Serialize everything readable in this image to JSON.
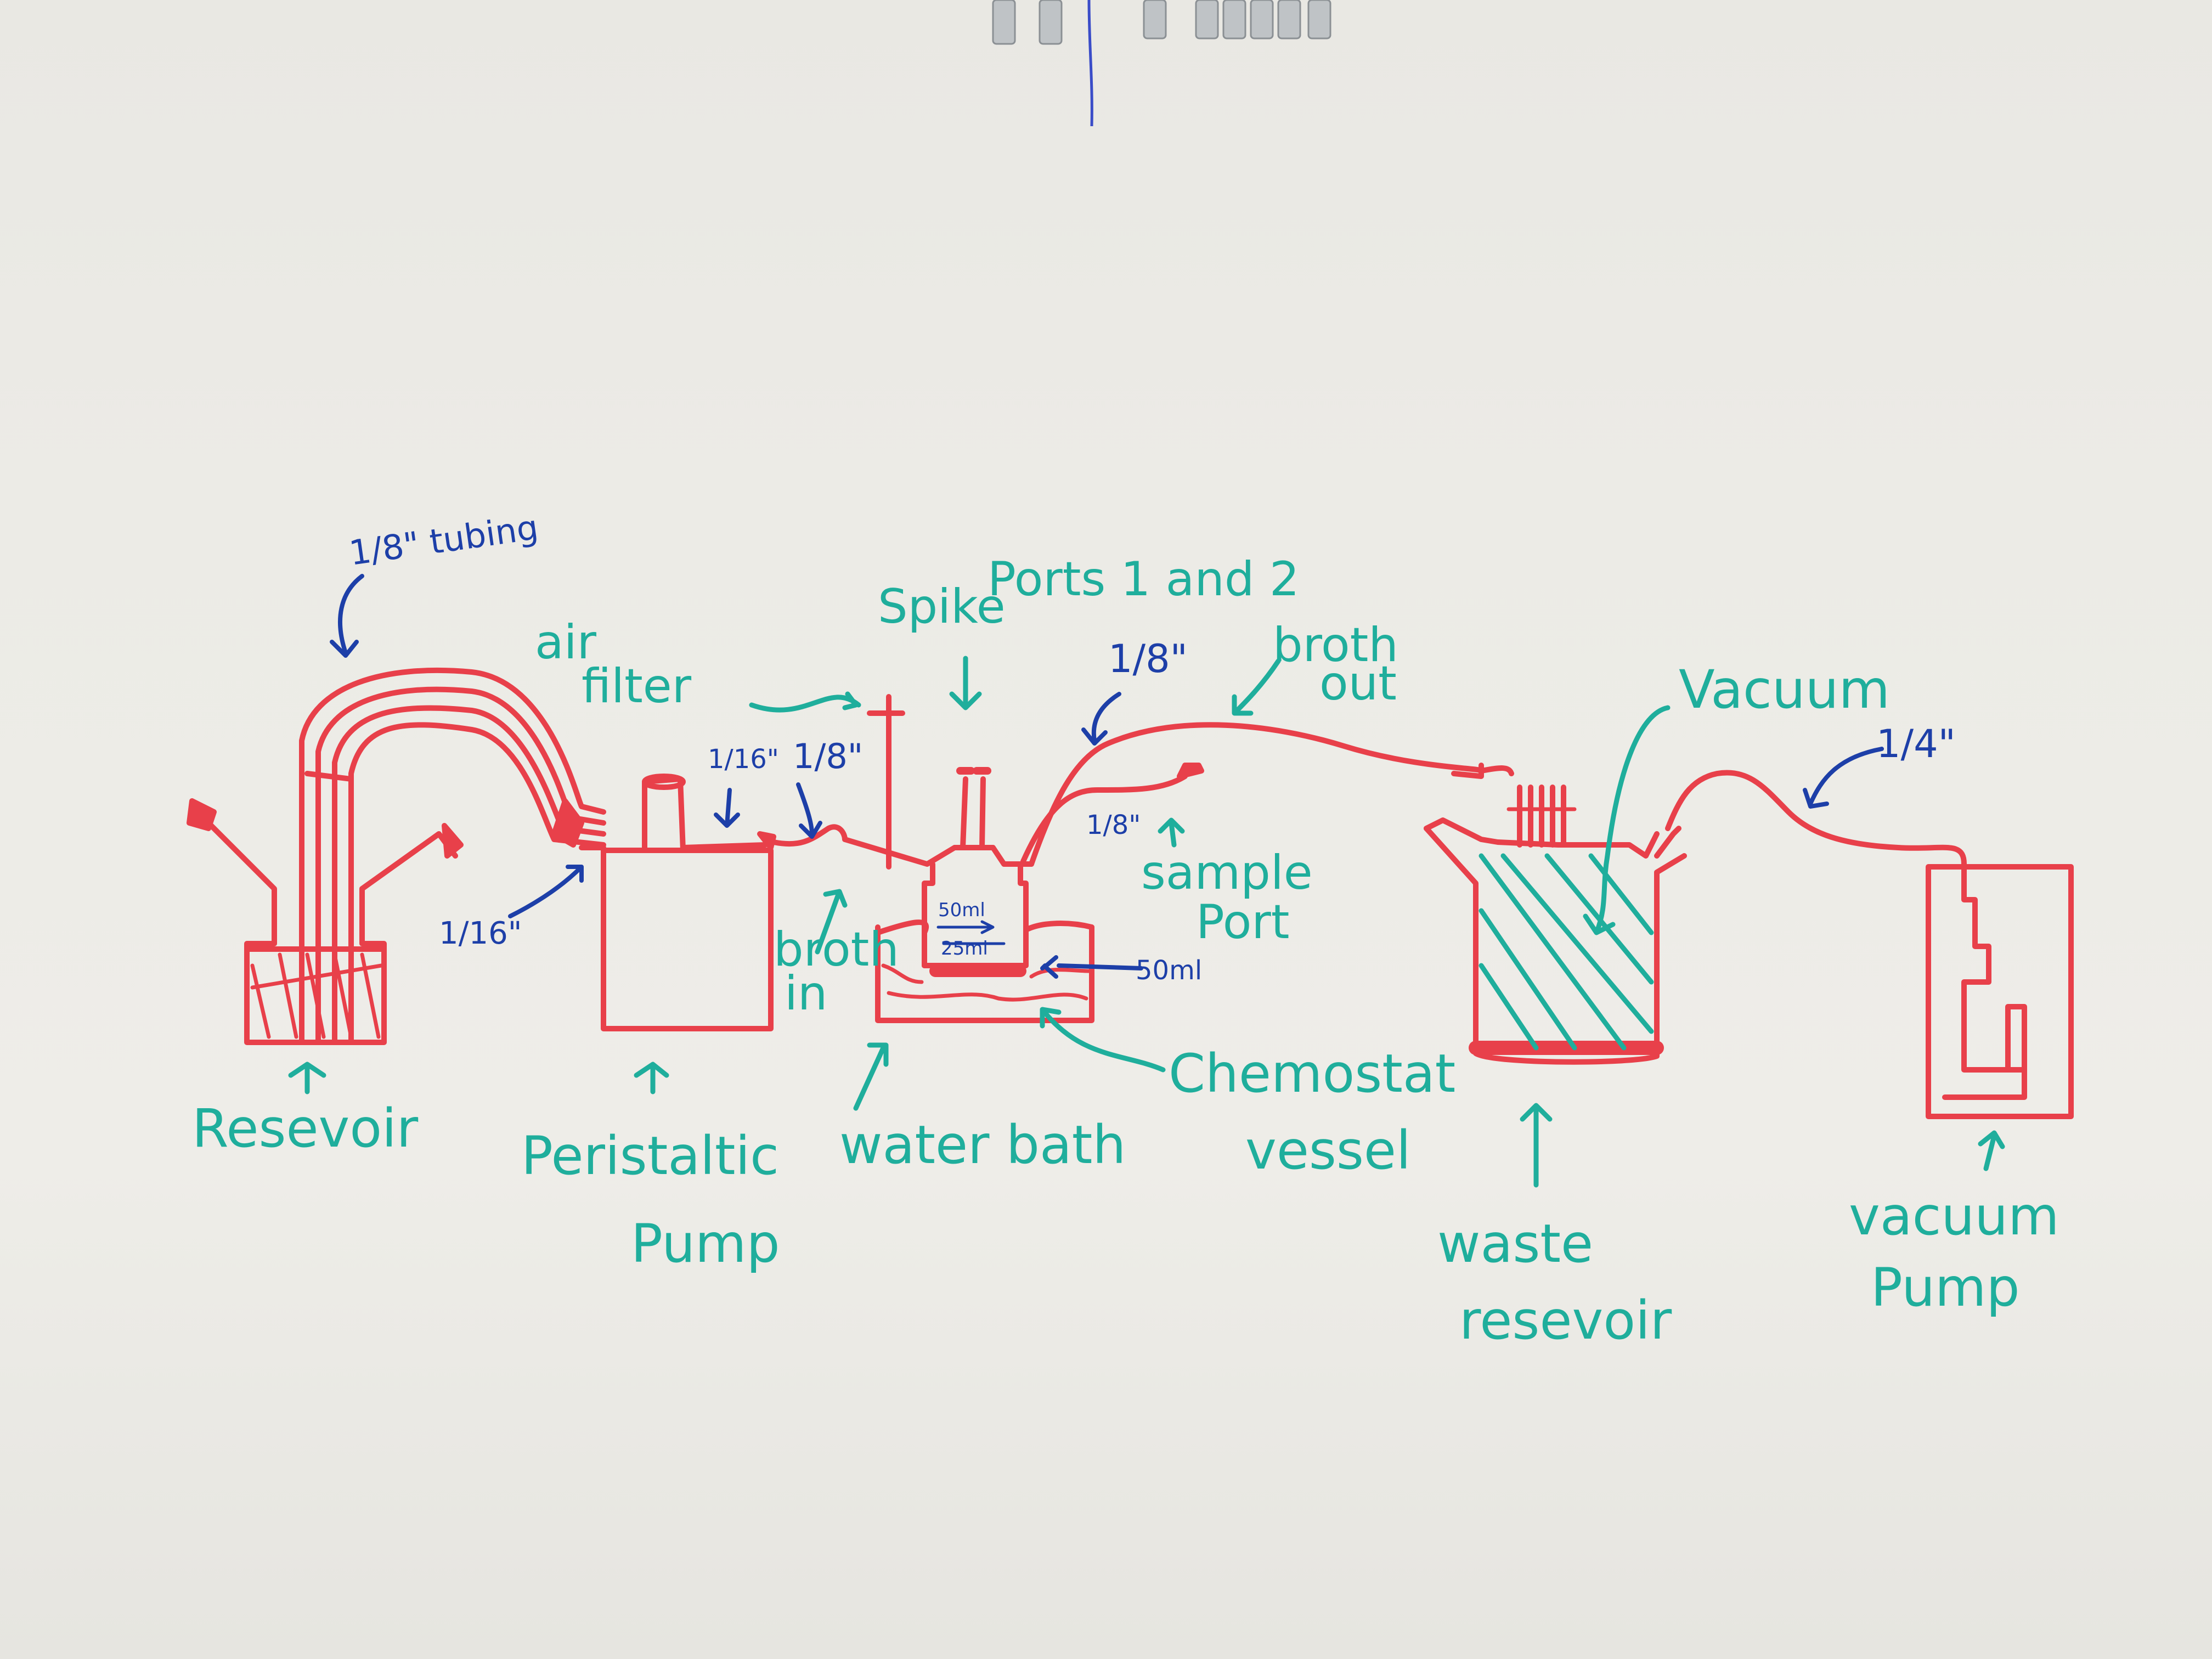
{
  "diagram": {
    "colors": {
      "board": "#ecebe6",
      "apparatus": "#e8404a",
      "labels": "#1fae9c",
      "dimensions": "#1d3fa8"
    },
    "components": {
      "reservoir": "Resevoir",
      "peristaltic_pump": [
        "Peristaltic",
        "Pump"
      ],
      "water_bath": "water bath",
      "chemostat_vessel": [
        "Chemostat",
        "vessel"
      ],
      "waste_reservoir": [
        "waste",
        "resevoir"
      ],
      "vacuum_pump": [
        "vacuum",
        "Pump"
      ]
    },
    "annotations": {
      "air_filter": [
        "air",
        "filter"
      ],
      "spike_ports": [
        "Spike",
        "Ports 1 and 2"
      ],
      "broth_out": [
        "broth",
        "out"
      ],
      "broth_in": [
        "broth",
        "in"
      ],
      "sample_port": [
        "sample",
        "Port"
      ],
      "vacuum": "Vacuum"
    },
    "dimensions": {
      "tubing_top": "1/8\" tubing",
      "pump_inlet": "1/16\"",
      "pump_outlet_small": "1/16\"",
      "pump_outlet": "1/8\"",
      "broth_out_tube": "1/8\"",
      "sample_tube": "1/8\"",
      "vacuum_tube": "1/4\"",
      "vessel_mark_1": "50ml",
      "vessel_mark_2": "25ml",
      "vessel_volume": "50ml"
    }
  }
}
